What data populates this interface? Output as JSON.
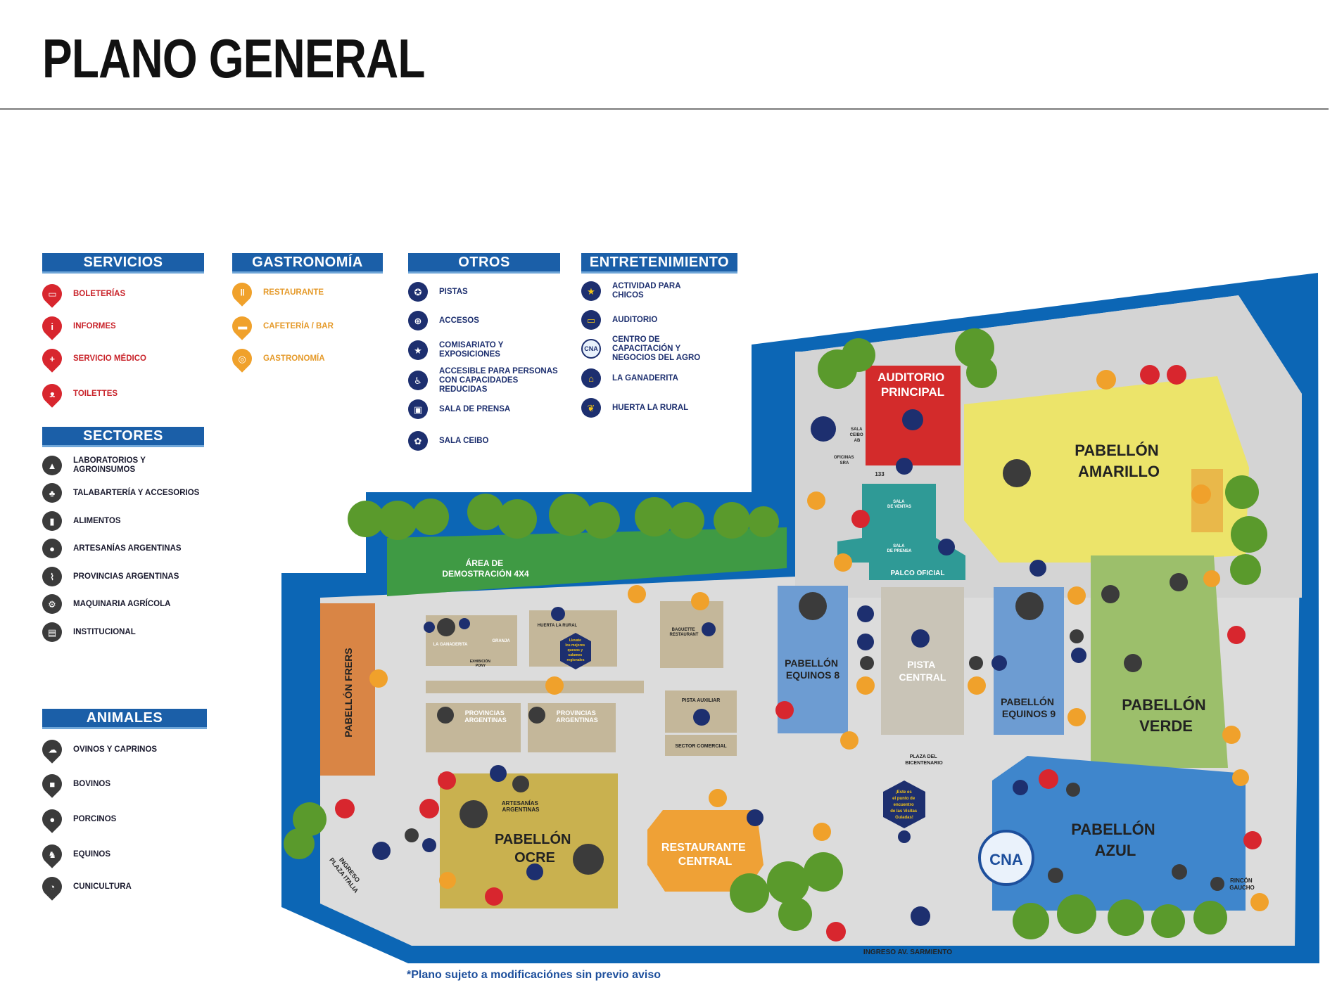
{
  "title": "PLANO GENERAL",
  "footnote": "*Plano sujeto a modificaciónes sin previo aviso",
  "legend": {
    "servicios": {
      "heading": "SERVICIOS",
      "items": [
        {
          "label": "BOLETERÍAS",
          "icon": "ticket-icon"
        },
        {
          "label": "INFORMES",
          "icon": "info-icon"
        },
        {
          "label": "SERVICIO MÉDICO",
          "icon": "medical-cross-icon"
        },
        {
          "label": "TOILETTES",
          "icon": "toilet-icon"
        }
      ]
    },
    "gastronomia": {
      "heading": "GASTRONOMÍA",
      "items": [
        {
          "label": "RESTAURANTE",
          "icon": "fork-knife-icon"
        },
        {
          "label": "CAFETERÍA / BAR",
          "icon": "coffee-cup-icon"
        },
        {
          "label": "GASTRONOMÍA",
          "icon": "food-icon"
        }
      ]
    },
    "otros": {
      "heading": "OTROS",
      "items": [
        {
          "label": "PISTAS",
          "icon": "ribbon-icon"
        },
        {
          "label": "ACCESOS",
          "icon": "entrance-icon"
        },
        {
          "label": "COMISARIATO Y EXPOSICIONES",
          "icon": "star-badge-icon"
        },
        {
          "label": "ACCESIBLE PARA PERSONAS CON CAPACIDADES REDUCIDAS",
          "icon": "wheelchair-icon"
        },
        {
          "label": "SALA DE PRENSA",
          "icon": "press-room-icon"
        },
        {
          "label": "SALA CEIBO",
          "icon": "ceibo-flower-icon"
        }
      ]
    },
    "entretenimiento": {
      "heading": "ENTRETENIMIENTO",
      "items": [
        {
          "label": "ACTIVIDAD PARA CHICOS",
          "icon": "star-icon"
        },
        {
          "label": "AUDITORIO",
          "icon": "auditorium-icon"
        },
        {
          "label": "CENTRO DE CAPACITACIÓN Y NEGOCIOS DEL AGRO",
          "icon": "cna-icon"
        },
        {
          "label": "LA GANADERITA",
          "icon": "ganaderita-icon"
        },
        {
          "label": "HUERTA LA RURAL",
          "icon": "garden-icon"
        }
      ]
    },
    "sectores": {
      "heading": "SECTORES",
      "items": [
        {
          "label": "LABORATORIOS Y AGROINSUMOS",
          "icon": "flask-icon"
        },
        {
          "label": "TALABARTERÍA Y ACCESORIOS",
          "icon": "fleur-icon"
        },
        {
          "label": "ALIMENTOS",
          "icon": "bottle-icon"
        },
        {
          "label": "ARTESANÍAS ARGENTINAS",
          "icon": "mate-icon"
        },
        {
          "label": "PROVINCIAS ARGENTINAS",
          "icon": "argentina-map-icon"
        },
        {
          "label": "MAQUINARIA AGRÍCOLA",
          "icon": "tractor-icon"
        },
        {
          "label": "INSTITUCIONAL",
          "icon": "institution-icon"
        }
      ]
    },
    "animales": {
      "heading": "ANIMALES",
      "items": [
        {
          "label": "OVINOS Y CAPRINOS",
          "icon": "sheep-icon"
        },
        {
          "label": "BOVINOS",
          "icon": "cow-icon"
        },
        {
          "label": "PORCINOS",
          "icon": "pig-icon"
        },
        {
          "label": "EQUINOS",
          "icon": "horse-icon"
        },
        {
          "label": "CUNICULTURA",
          "icon": "rabbit-icon"
        }
      ]
    }
  },
  "map": {
    "auditorio_principal": [
      "AUDITORIO",
      "PRINCIPAL"
    ],
    "pabellon_amarillo": [
      "PABELLÓN",
      "AMARILLO"
    ],
    "pabellon_verde": [
      "PABELLÓN",
      "VERDE"
    ],
    "pabellon_azul": [
      "PABELLÓN",
      "AZUL"
    ],
    "pabellon_ocre": [
      "PABELLÓN",
      "OCRE"
    ],
    "pabellon_frers": "PABELLÓN FRERS",
    "pabellon_equinos_8": [
      "PABELLÓN",
      "EQUINOS 8"
    ],
    "pabellon_equinos_9": [
      "PABELLÓN",
      "EQUINOS 9"
    ],
    "pista_central": [
      "PISTA",
      "CENTRAL"
    ],
    "restaurante_central": [
      "RESTAURANTE",
      "CENTRAL"
    ],
    "area_demostracion": [
      "ÁREA DE",
      "DEMOSTRACIÓN 4X4"
    ],
    "palco_oficial": "PALCO OFICIAL",
    "sala_ventas": [
      "SALA",
      "DE VENTAS"
    ],
    "sala_prensa": [
      "SALA",
      "DE PRENSA"
    ],
    "sala_ceibo": [
      "SALA",
      "CEIBO",
      "AB"
    ],
    "oficinas": [
      "OFICINAS",
      "SRA"
    ],
    "num_133": "133",
    "provincias_1": [
      "PROVINCIAS",
      "ARGENTINAS"
    ],
    "provincias_2": [
      "PROVINCIAS",
      "ARGENTINAS"
    ],
    "artesanias": [
      "ARTESANÍAS",
      "ARGENTINAS"
    ],
    "pista_auxiliar": "PISTA AUXILIAR",
    "sector_comercial": "SECTOR COMERCIAL",
    "plaza_bicentenario": [
      "PLAZA DEL",
      "BICENTENARIO"
    ],
    "la_ganaderita": "LA GANADERITA",
    "granja": "GRANJA",
    "huerta": "HUERTA LA RURAL",
    "exhibicion_pony": [
      "EXHIBICIÓN",
      "PONY"
    ],
    "baguette": [
      "BAGUETTE",
      "RESTAURANT"
    ],
    "rincon_gaucho": [
      "RINCÓN",
      "GAUCHO"
    ],
    "cna": "CNA",
    "hex_note_1": [
      "Llevate",
      "los mejores",
      "quesos y",
      "salames",
      "regionales"
    ],
    "hex_note_2": [
      "¡Este es",
      "el punto de",
      "encuentro",
      "de las Visitas",
      "Guiadas!"
    ],
    "ingreso_plaza_italia": [
      "INGRESO",
      "PLAZA ITALIA"
    ],
    "ingreso_sarmiento": "INGRESO AV. SARMIENTO"
  },
  "colors": {
    "navy": "#1d2f6f",
    "blue_heading": "#1b5fa8",
    "water": "#0c66b5",
    "red": "#d8262e",
    "orange": "#f0a12b",
    "yellow": "#ece46a",
    "green": "#9cbf6b",
    "azul": "#3f86cc",
    "ocre": "#c9b14f",
    "frers": "#d98545",
    "teal": "#2f9a96",
    "equinos": "#6d9cd2",
    "tan": "#c4b79a",
    "ground": "#dcdcdc"
  }
}
